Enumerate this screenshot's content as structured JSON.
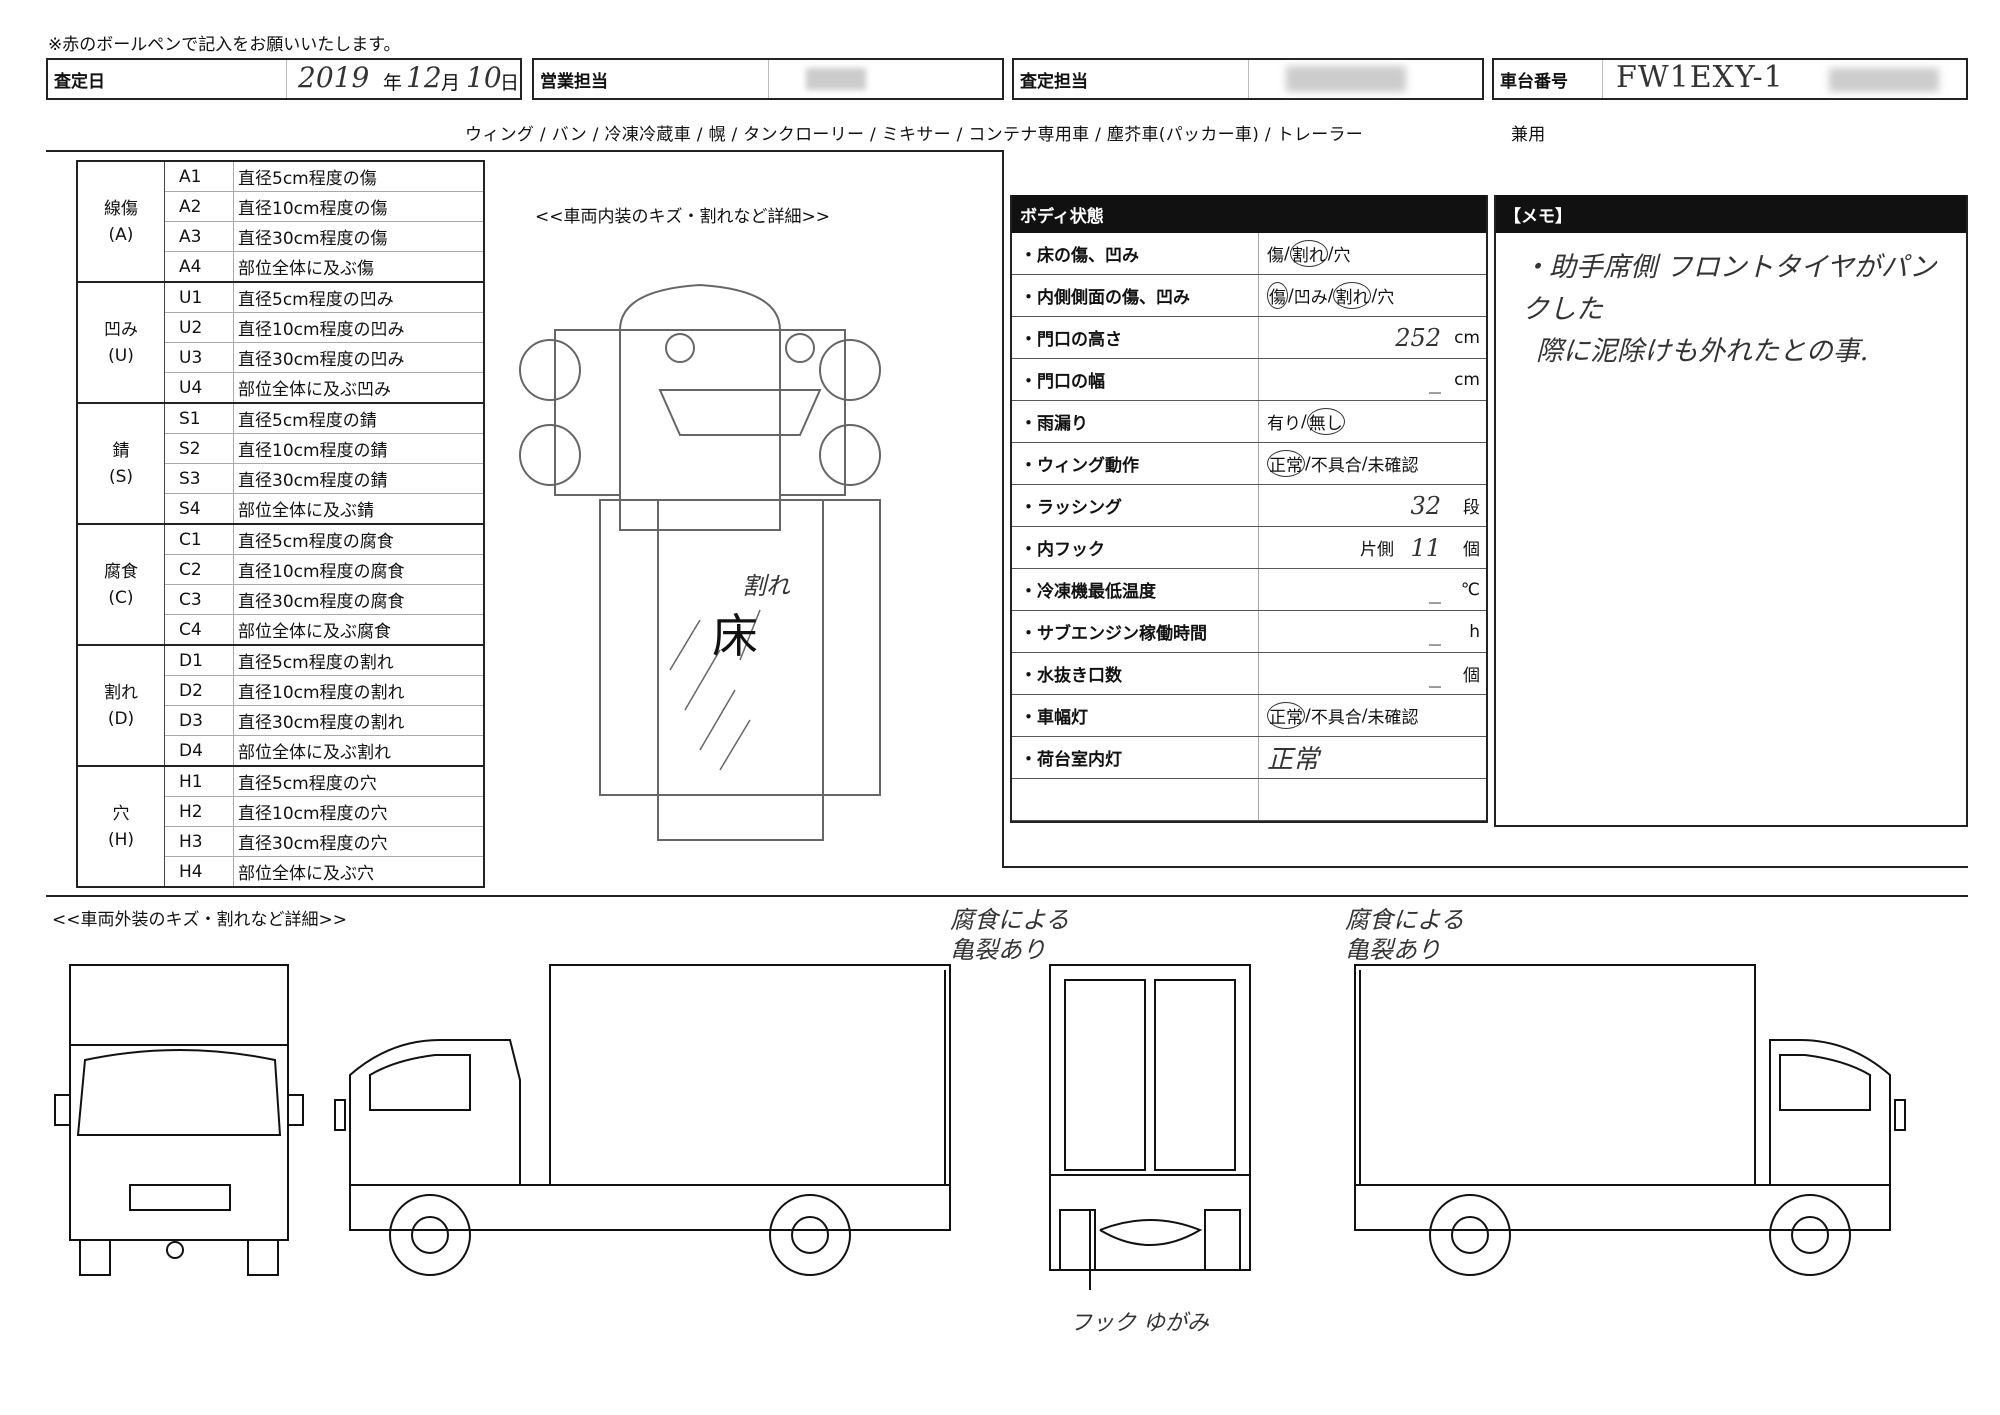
{
  "note": "※赤のボールペンで記入をお願いいたします。",
  "header": {
    "assess_date_label": "査定日",
    "assess_date_year": "2019",
    "assess_date_year_unit": "年",
    "assess_date_month": "12",
    "assess_date_month_unit": "月",
    "assess_date_day": "10",
    "assess_date_day_unit": "日",
    "sales_label": "営業担当",
    "assessor_label": "査定担当",
    "chassis_label": "車台番号",
    "chassis_value": "FW1EXY-1"
  },
  "vehicle_types": "ウィング / バン / 冷凍冷蔵車 / 幌 / タンクローリー / ミキサー / コンテナ専用車 / 塵芥車(パッカー車) / トレーラー",
  "vehicle_types_concurrent": "兼用",
  "codes": [
    {
      "group": "線傷",
      "sym": "(A)",
      "items": [
        [
          "A1",
          "直径5cm程度の傷"
        ],
        [
          "A2",
          "直径10cm程度の傷"
        ],
        [
          "A3",
          "直径30cm程度の傷"
        ],
        [
          "A4",
          "部位全体に及ぶ傷"
        ]
      ]
    },
    {
      "group": "凹み",
      "sym": "(U)",
      "items": [
        [
          "U1",
          "直径5cm程度の凹み"
        ],
        [
          "U2",
          "直径10cm程度の凹み"
        ],
        [
          "U3",
          "直径30cm程度の凹み"
        ],
        [
          "U4",
          "部位全体に及ぶ凹み"
        ]
      ]
    },
    {
      "group": "錆",
      "sym": "(S)",
      "items": [
        [
          "S1",
          "直径5cm程度の錆"
        ],
        [
          "S2",
          "直径10cm程度の錆"
        ],
        [
          "S3",
          "直径30cm程度の錆"
        ],
        [
          "S4",
          "部位全体に及ぶ錆"
        ]
      ]
    },
    {
      "group": "腐食",
      "sym": "(C)",
      "items": [
        [
          "C1",
          "直径5cm程度の腐食"
        ],
        [
          "C2",
          "直径10cm程度の腐食"
        ],
        [
          "C3",
          "直径30cm程度の腐食"
        ],
        [
          "C4",
          "部位全体に及ぶ腐食"
        ]
      ]
    },
    {
      "group": "割れ",
      "sym": "(D)",
      "items": [
        [
          "D1",
          "直径5cm程度の割れ"
        ],
        [
          "D2",
          "直径10cm程度の割れ"
        ],
        [
          "D3",
          "直径30cm程度の割れ"
        ],
        [
          "D4",
          "部位全体に及ぶ割れ"
        ]
      ]
    },
    {
      "group": "穴",
      "sym": "(H)",
      "items": [
        [
          "H1",
          "直径5cm程度の穴"
        ],
        [
          "H2",
          "直径10cm程度の穴"
        ],
        [
          "H3",
          "直径30cm程度の穴"
        ],
        [
          "H4",
          "部位全体に及ぶ穴"
        ]
      ]
    }
  ],
  "interior_title": "<<車両内装のキズ・割れなど詳細>>",
  "interior_floor_label": "床",
  "interior_annotation": "割れ",
  "body": {
    "title": "ボディ状態",
    "rows": [
      {
        "label": "・床の傷、凹み",
        "opts": [
          "傷",
          "割れ",
          "穴"
        ],
        "circled": 1
      },
      {
        "label": "・内側側面の傷、凹み",
        "opts": [
          "傷",
          "凹み",
          "割れ",
          "穴"
        ],
        "circled": [
          0,
          2
        ]
      },
      {
        "label": "・門口の高さ",
        "value": "252",
        "unit": "cm"
      },
      {
        "label": "・門口の幅",
        "value": "_",
        "unit": "cm"
      },
      {
        "label": "・雨漏り",
        "opts": [
          "有り",
          "無し"
        ],
        "circled": 1
      },
      {
        "label": "・ウィング動作",
        "opts": [
          "正常",
          "不具合",
          "未確認"
        ],
        "circled": 0
      },
      {
        "label": "・ラッシング",
        "value": "32",
        "unit": "段"
      },
      {
        "label": "・内フック",
        "prefix": "片側",
        "value": "11",
        "unit": "個"
      },
      {
        "label": "・冷凍機最低温度",
        "value": "_",
        "unit": "℃"
      },
      {
        "label": "・サブエンジン稼働時間",
        "value": "_",
        "unit": "h"
      },
      {
        "label": "・水抜き口数",
        "value": "_",
        "unit": "個"
      },
      {
        "label": "・車幅灯",
        "opts": [
          "正常",
          "不具合",
          "未確認"
        ],
        "circled": 0
      },
      {
        "label": "・荷台室内灯",
        "hand": "正常"
      },
      {
        "label": ""
      }
    ]
  },
  "memo": {
    "title": "【メモ】",
    "text1": "・助手席側 フロントタイヤがパンクした",
    "text2": "際に泥除けも外れたとの事."
  },
  "exterior_title": "<<車両外装のキズ・割れなど詳細>>",
  "exterior_annotations": {
    "left_side": "腐食による\n亀裂あり",
    "right_side": "腐食による\n亀裂あり",
    "rear": "フック ゆがみ"
  }
}
